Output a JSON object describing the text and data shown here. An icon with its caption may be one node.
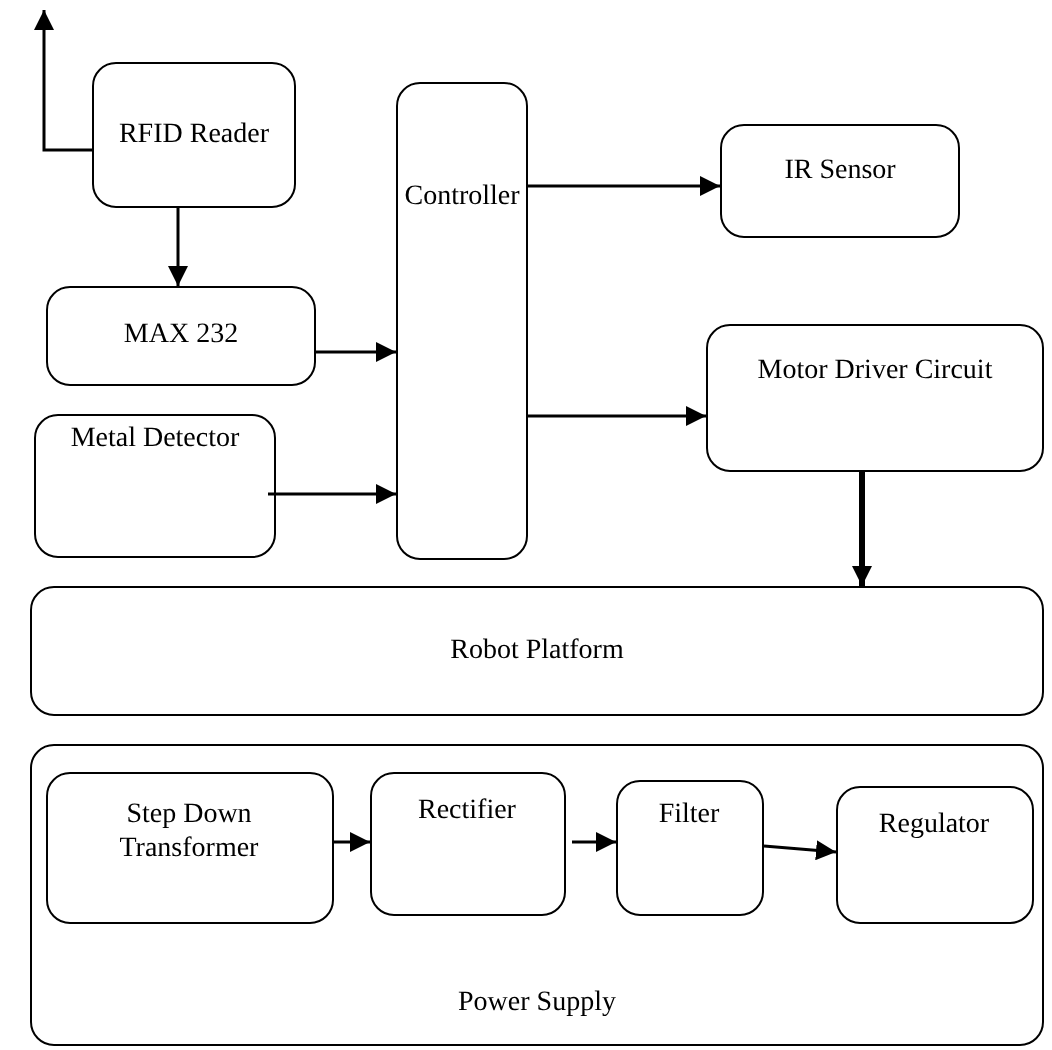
{
  "diagram": {
    "nodes": [
      {
        "text": [
          "RFID Reader"
        ]
      },
      {
        "text": [
          "MAX 232"
        ]
      },
      {
        "text": [
          "Metal Detector"
        ]
      },
      {
        "text": [
          "Controller"
        ]
      },
      {
        "text": [
          "IR Sensor"
        ]
      },
      {
        "text": [
          "Motor Driver Circuit"
        ]
      },
      {
        "text": [
          "Robot Platform"
        ]
      },
      {
        "text": [
          "Power Supply"
        ]
      },
      {
        "text": [
          "Step Down Transformer"
        ],
        "in": 7
      },
      {
        "text": [
          "Rectifier"
        ],
        "in": 7
      },
      {
        "text": [
          "Filter"
        ],
        "in": 7
      },
      {
        "text": [
          "Regulator"
        ],
        "in": 7
      }
    ],
    "edges": [
      {
        "from": 0,
        "to": null,
        "arrow": "to"
      },
      {
        "from": 0,
        "to": 1,
        "arrow": "to"
      },
      {
        "from": 1,
        "to": 3,
        "arrow": "to"
      },
      {
        "from": 2,
        "to": 3,
        "arrow": "to"
      },
      {
        "from": 3,
        "to": 4,
        "arrow": "to"
      },
      {
        "from": 3,
        "to": 5,
        "arrow": "to"
      },
      {
        "from": 5,
        "to": 6,
        "arrow": "to",
        "style": "thick"
      },
      {
        "from": 8,
        "to": 9,
        "arrow": "to"
      },
      {
        "from": 9,
        "to": 10,
        "arrow": "to"
      },
      {
        "from": 10,
        "to": 11,
        "arrow": "to"
      }
    ]
  }
}
